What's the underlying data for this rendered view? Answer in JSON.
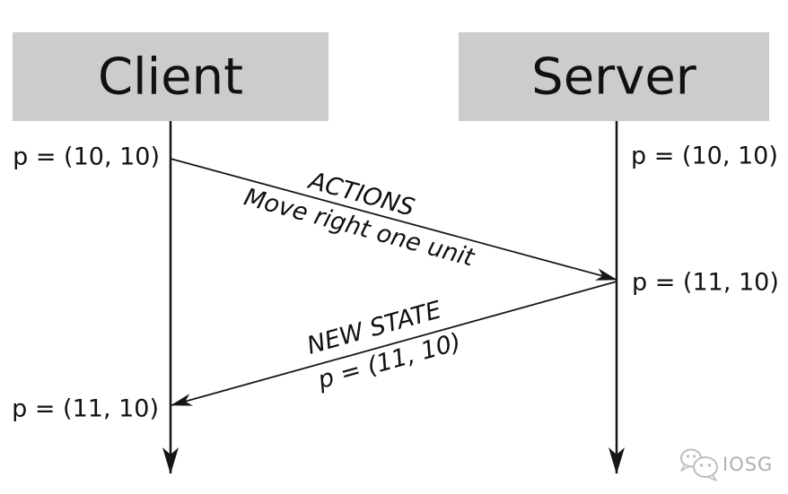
{
  "diagram": {
    "type": "sequence-diagram",
    "client": {
      "label": "Client",
      "states": [
        {
          "text": "p = (10, 10)"
        },
        {
          "text": "p = (11, 10)"
        }
      ]
    },
    "server": {
      "label": "Server",
      "states": [
        {
          "text": "p = (10, 10)"
        },
        {
          "text": "p = (11, 10)"
        }
      ]
    },
    "messages": [
      {
        "from": "Client",
        "to": "Server",
        "title": "ACTIONS",
        "detail": "Move right one unit"
      },
      {
        "from": "Server",
        "to": "Client",
        "title": "NEW STATE",
        "detail": "p = (11, 10)"
      }
    ]
  },
  "watermark": {
    "brand": "IOSG",
    "icon": "wechat-chat-bubbles-icon"
  },
  "colors": {
    "actor_box_fill": "#cccccc",
    "line_color": "#161616",
    "text_color": "#111111",
    "watermark_color": "#b0b0b0"
  }
}
